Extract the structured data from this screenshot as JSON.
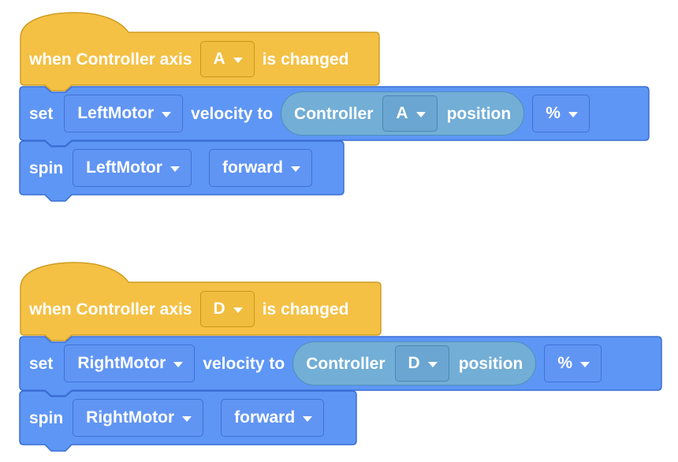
{
  "colors": {
    "event_fill": "#f4c145",
    "event_stroke": "#cf9e22",
    "motion_fill": "#5e96f5",
    "motion_stroke": "#3a6fd4",
    "reporter_fill": "#72aed6"
  },
  "scripts": [
    {
      "hat": {
        "prefix": "when Controller axis",
        "axis_value": "A",
        "suffix": "is changed"
      },
      "set_block": {
        "keyword": "set",
        "motor": "LeftMotor",
        "middle": "velocity to",
        "reporter": {
          "source": "Controller",
          "axis": "A",
          "suffix": "position"
        },
        "unit": "%"
      },
      "spin_block": {
        "keyword": "spin",
        "motor": "LeftMotor",
        "direction": "forward"
      }
    },
    {
      "hat": {
        "prefix": "when Controller axis",
        "axis_value": "D",
        "suffix": "is changed"
      },
      "set_block": {
        "keyword": "set",
        "motor": "RightMotor",
        "middle": "velocity to",
        "reporter": {
          "source": "Controller",
          "axis": "D",
          "suffix": "position"
        },
        "unit": "%"
      },
      "spin_block": {
        "keyword": "spin",
        "motor": "RightMotor",
        "direction": "forward"
      }
    }
  ]
}
